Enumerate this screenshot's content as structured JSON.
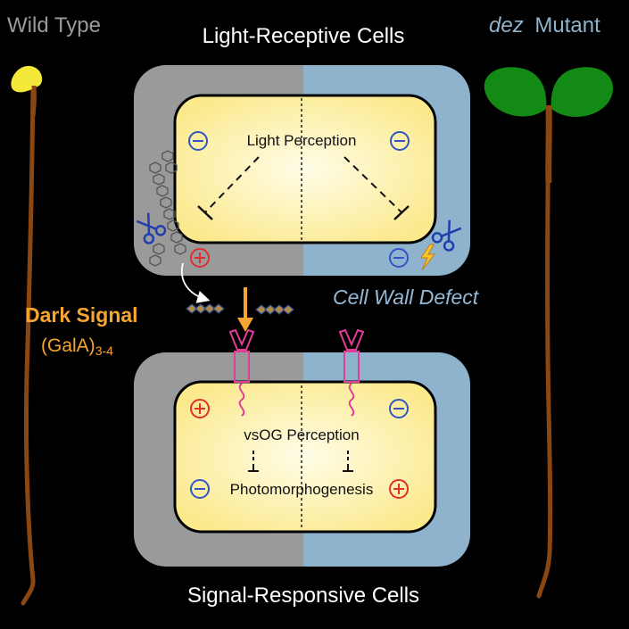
{
  "labels": {
    "wild_type": "Wild Type",
    "dez": "dez",
    "mutant": "Mutant",
    "top_title": "Light-Receptive Cells",
    "bottom_title": "Signal-Responsive Cells",
    "light_perception": "Light Perception",
    "cell_wall_defect": "Cell Wall Defect",
    "dark_signal": "Dark Signal",
    "gala": "(GalA)",
    "gala_sub": "3-4",
    "vsog_perception": "vsOG Perception",
    "photomorphogenesis": "Photomorphogenesis"
  },
  "symbols": {
    "plus": "+",
    "minus": "−"
  },
  "colors": {
    "background": "#000000",
    "wild_type_wall": "#9a9a9a",
    "mutant_wall": "#8fb3cc",
    "cytoplasm": "#fff3a6",
    "dark_signal": "#f7a530",
    "plus": "#e03030",
    "minus": "#2f56c4",
    "receptor": "#e23d9a",
    "cotyledon_green": "#138a16",
    "cotyledon_yellow": "#f4e838",
    "hypocotyl": "#8a4712",
    "cell_wall_defect_text": "#94b8d6"
  },
  "icons": [
    "scissors-icon",
    "lightning-icon",
    "oligogalacturonide-chain-icon",
    "receptor-icon"
  ]
}
